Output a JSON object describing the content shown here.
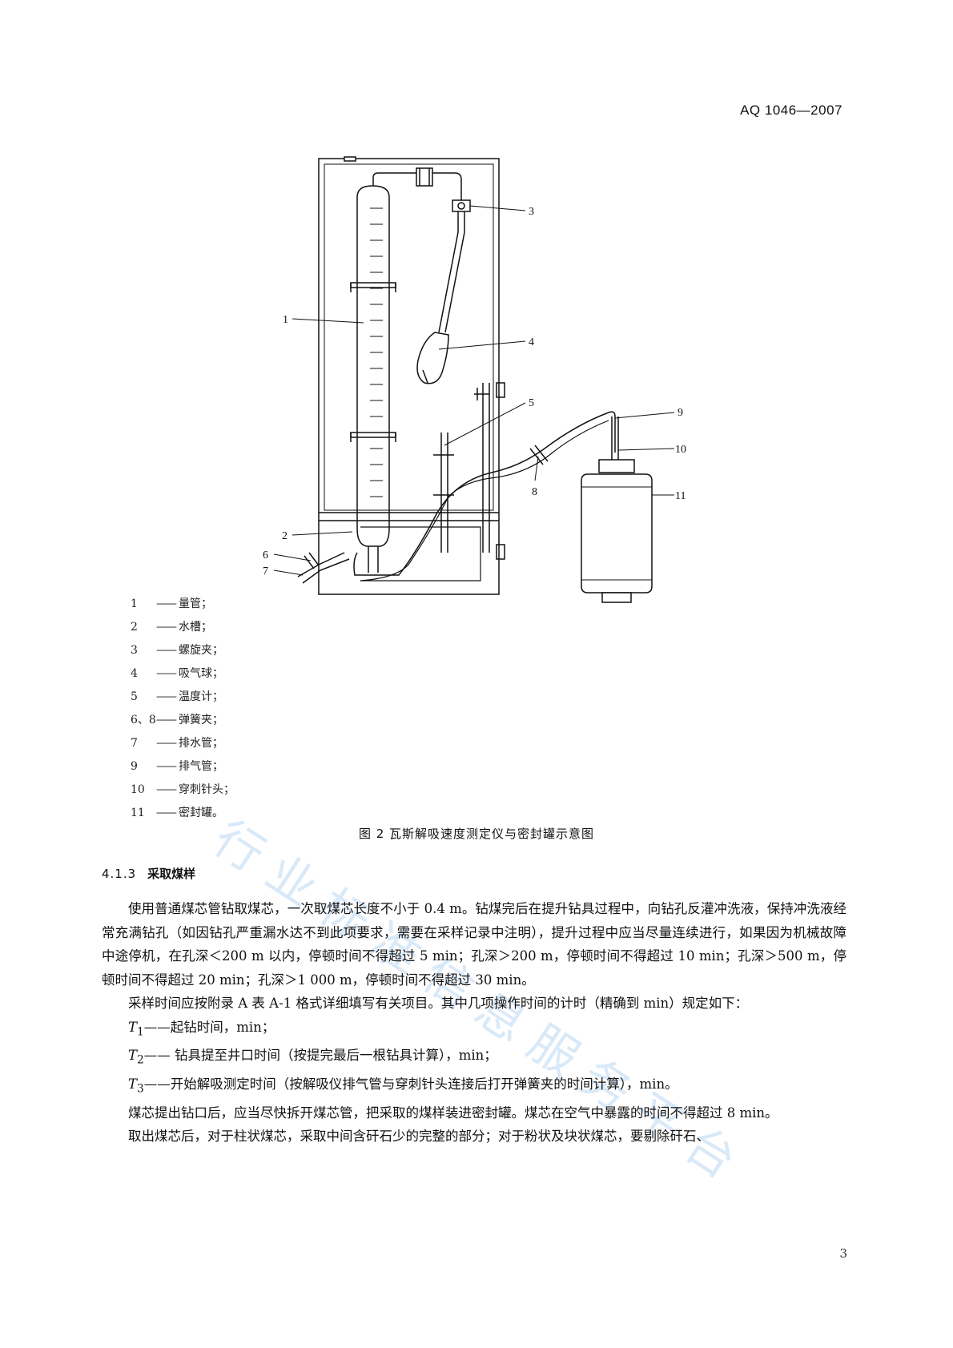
{
  "header": {
    "standard_code": "AQ  1046—2007"
  },
  "figure": {
    "callouts": [
      "1",
      "2",
      "3",
      "4",
      "5",
      "6",
      "7",
      "8",
      "9",
      "10",
      "11"
    ],
    "legend": [
      {
        "num": "1",
        "text": "量管；"
      },
      {
        "num": "2",
        "text": "水槽；"
      },
      {
        "num": "3",
        "text": "螺旋夹；"
      },
      {
        "num": "4",
        "text": "吸气球；"
      },
      {
        "num": "5",
        "text": "温度计；"
      },
      {
        "num": "6、8",
        "text": "弹簧夹；"
      },
      {
        "num": "7",
        "text": "排水管；"
      },
      {
        "num": "9",
        "text": "排气管；"
      },
      {
        "num": "10",
        "text": "穿刺针头；"
      },
      {
        "num": "11",
        "text": "密封罐。"
      }
    ],
    "caption": "图 2   瓦斯解吸速度测定仪与密封罐示意图"
  },
  "section": {
    "number": "4.1.3",
    "title": "采取煤样"
  },
  "paragraphs": {
    "p1": "使用普通煤芯管钻取煤芯，一次取煤芯长度不小于 0.4 m。钻煤完后在提升钻具过程中，向钻孔反灌冲洗液，保持冲洗液经常充满钻孔（如因钻孔严重漏水达不到此项要求，需要在采样记录中注明），提升过程中应当尽量连续进行，如果因为机械故障中途停机，在孔深＜200 m 以内，停顿时间不得超过 5 min；孔深＞200 m，停顿时间不得超过 10 min；孔深＞500 m，停顿时间不得超过 20 min；孔深＞1 000 m，停顿时间不得超过 30 min。",
    "p2": "采样时间应按附录 A 表 A-1 格式详细填写有关项目。其中几项操作时间的计时（精确到 min）规定如下：",
    "t1_sym": "T",
    "t1_sub": "1",
    "t1_text": "——起钻时间，min；",
    "t2_sym": "T",
    "t2_sub": "2",
    "t2_text": "—— 钻具提至井口时间（按提完最后一根钻具计算），min；",
    "t3_sym": "T",
    "t3_sub": "3",
    "t3_text": "——开始解吸测定时间（按解吸仪排气管与穿刺针头连接后打开弹簧夹的时间计算），min。",
    "p3": "煤芯提出钻口后，应当尽快拆开煤芯管，把采取的煤样装进密封罐。煤芯在空气中暴露的时间不得超过 8 min。",
    "p4": "取出煤芯后，对于柱状煤芯，采取中间含矸石少的完整的部分；对于粉状及块状煤芯，要剔除矸石、"
  },
  "watermark": "行业标准信息服务平台",
  "page_number": "3"
}
